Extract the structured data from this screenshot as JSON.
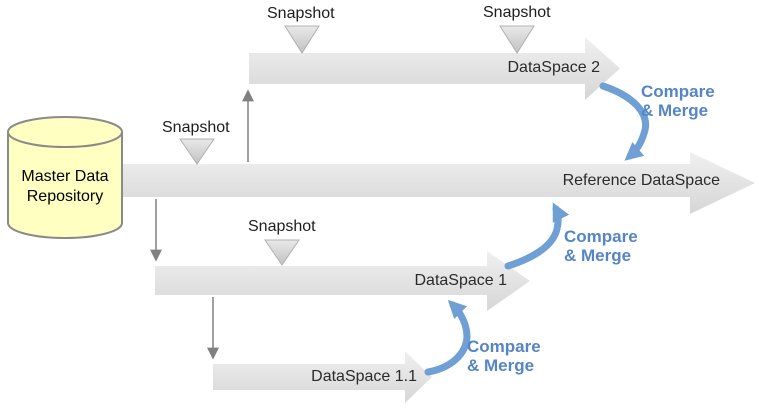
{
  "diagram": {
    "repository": {
      "lines": [
        "Master Data",
        "Repository"
      ]
    },
    "timelines": [
      {
        "id": "dataspace-2",
        "label": "DataSpace 2"
      },
      {
        "id": "reference-dataspace",
        "label": "Reference DataSpace"
      },
      {
        "id": "dataspace-1",
        "label": "DataSpace 1"
      },
      {
        "id": "dataspace-1-1",
        "label": "DataSpace 1.1"
      }
    ],
    "snapshot_label": "Snapshot",
    "compare_merge": {
      "line1": "Compare",
      "line2": "& Merge"
    },
    "colors": {
      "accent_blue_arrow": "#6F9FD4",
      "accent_blue_text": "#5585C5",
      "bar_gray_top": "#efefef",
      "bar_gray_bottom": "#d7d7d7",
      "repository_fill": "#FFFFC2",
      "connector_gray": "#808080"
    }
  }
}
